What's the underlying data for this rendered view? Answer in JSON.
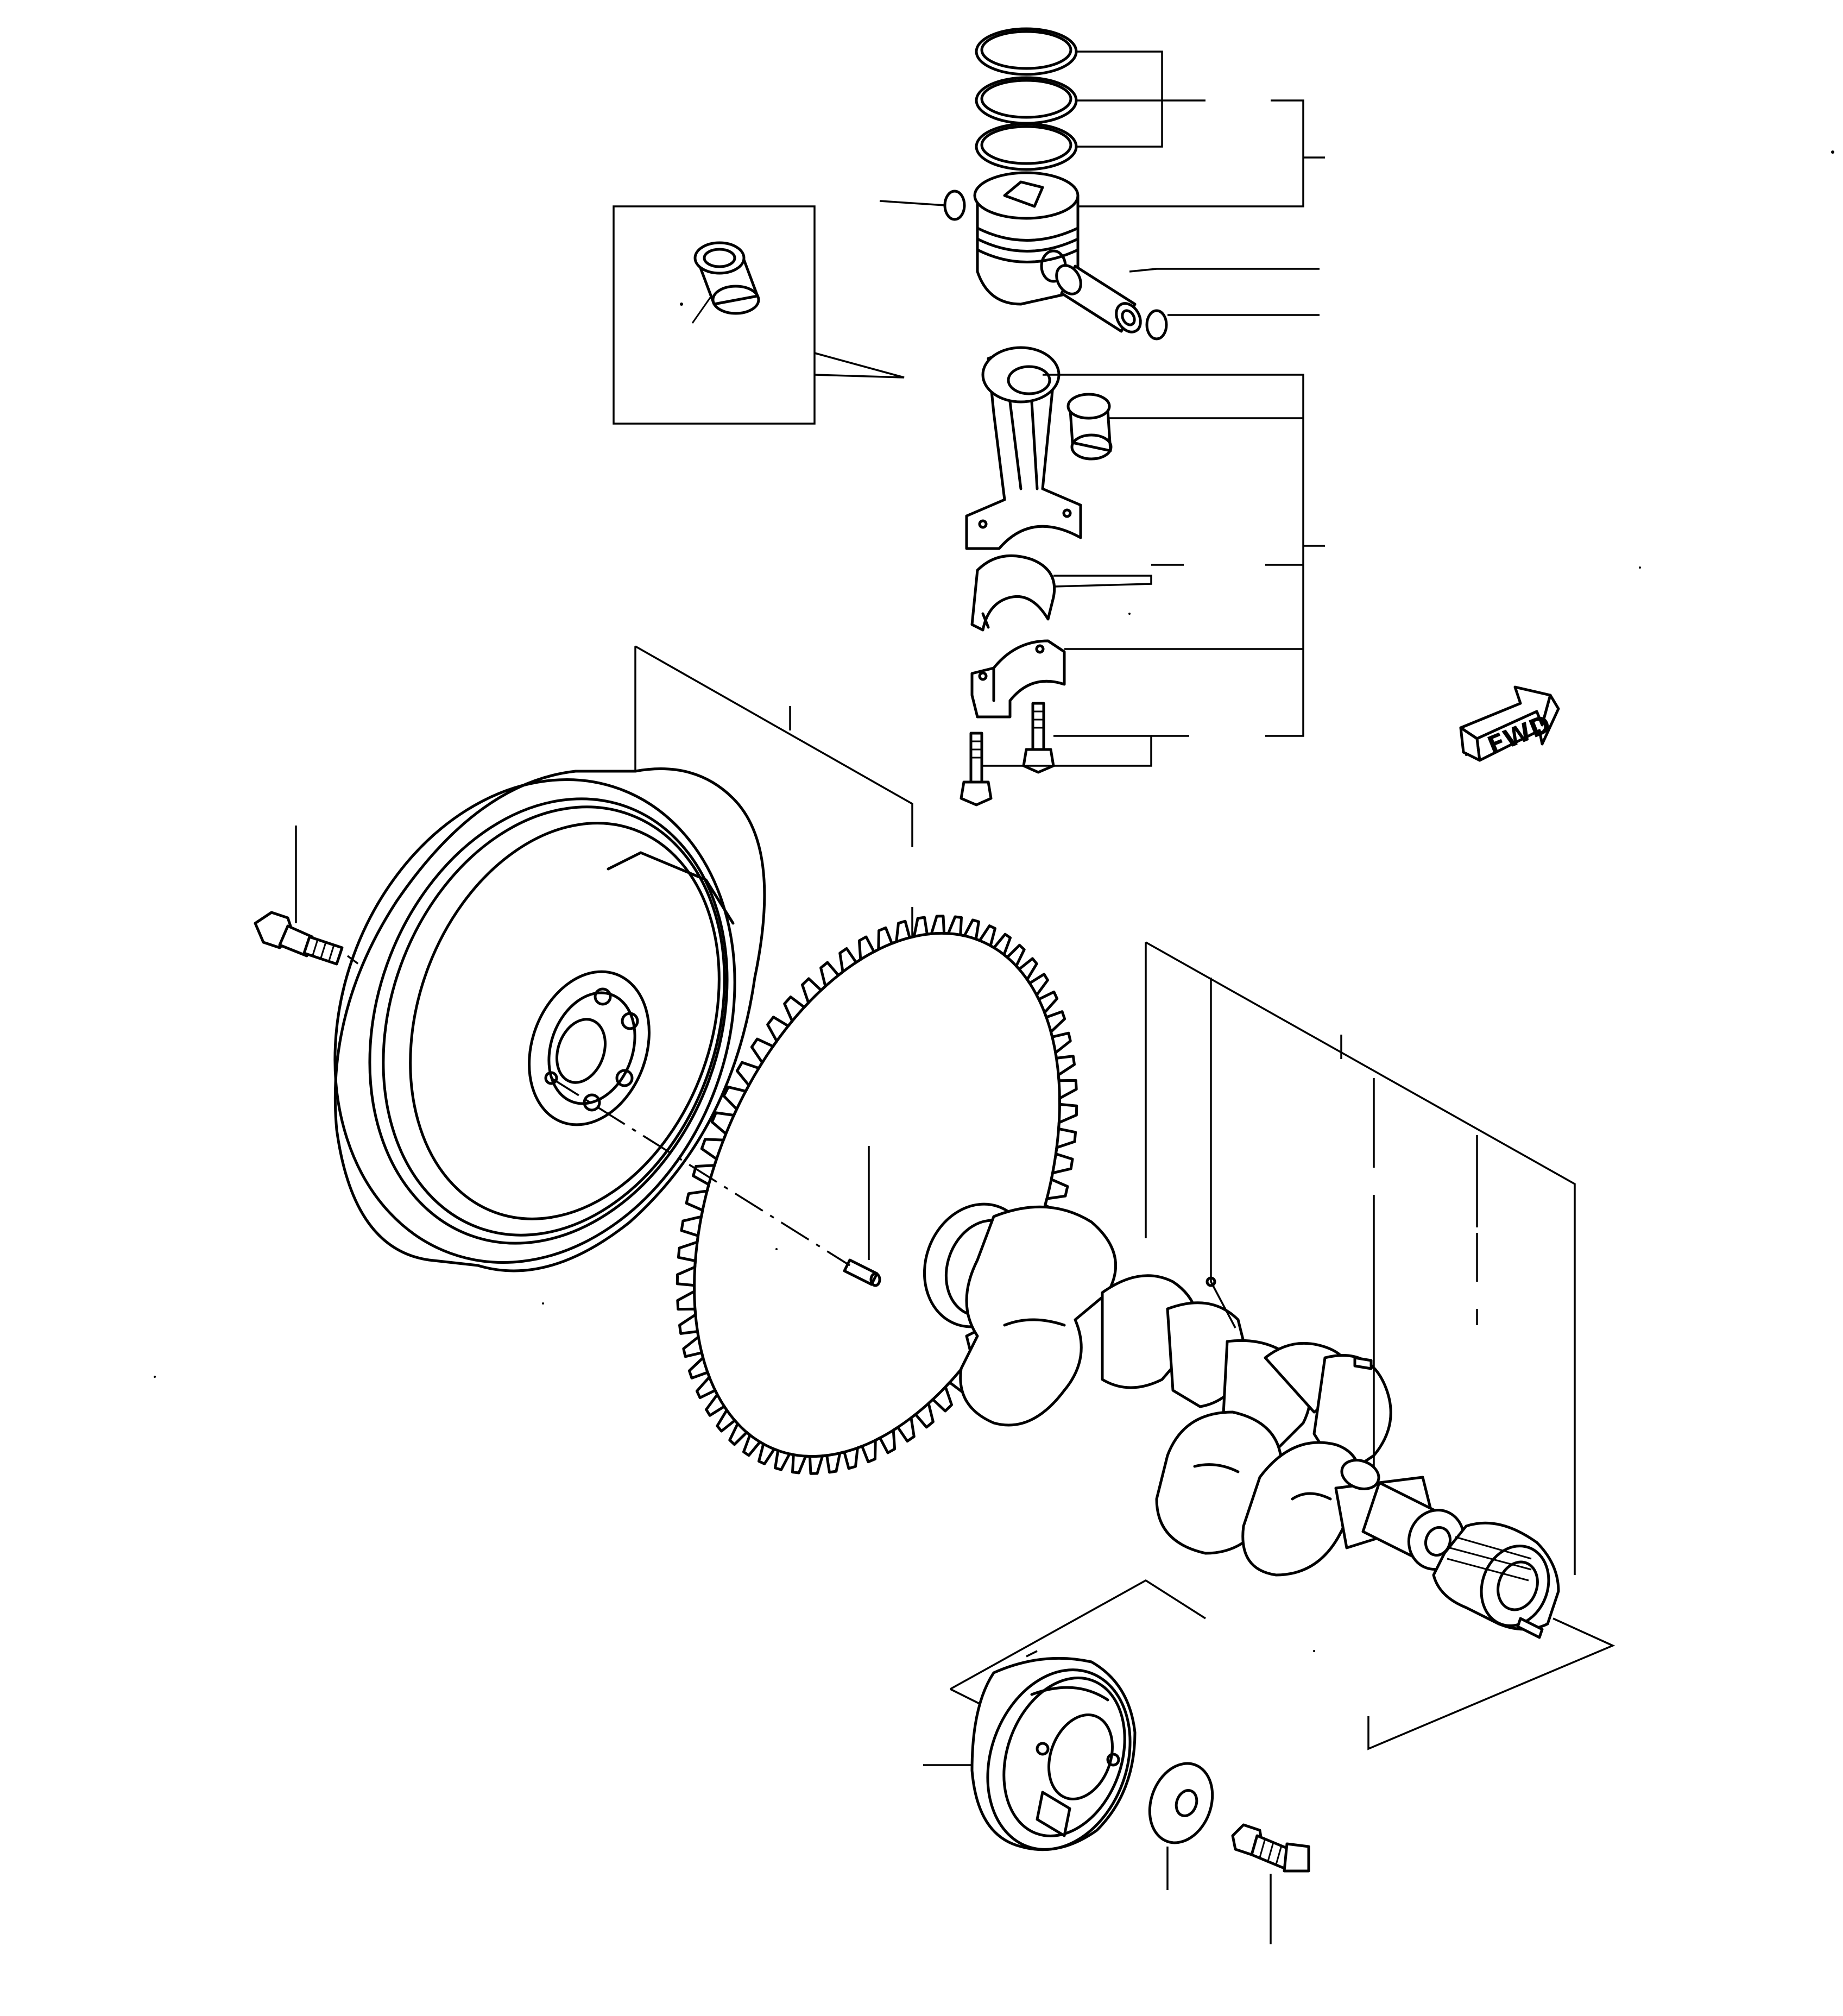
{
  "diagram": {
    "type": "exploded parts diagram",
    "parts": [
      "piston-ring-top",
      "piston-ring-second",
      "piston-ring-oil",
      "piston",
      "piston-pin-snap-ring-left",
      "piston-pin",
      "piston-pin-snap-ring-right",
      "small-end-bushing-detail",
      "connecting-rod",
      "small-end-bushing",
      "connecting-rod-bearing-upper",
      "connecting-rod-cap",
      "connecting-rod-bolts",
      "flywheel",
      "flywheel-bolt",
      "ring-gear",
      "dowel-pin",
      "crankshaft",
      "woodruff-key",
      "crankshaft-gear",
      "crankshaft-pulley",
      "pulley-washer",
      "pulley-bolt"
    ]
  },
  "direction_indicator": {
    "label": "FWD",
    "icon": "forward-arrow-icon"
  }
}
